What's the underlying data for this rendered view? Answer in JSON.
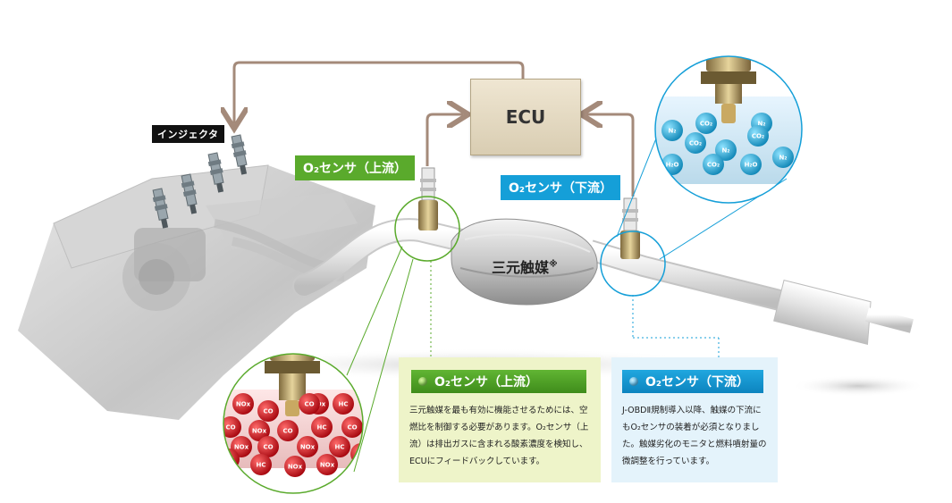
{
  "labels": {
    "injector": "インジェクタ",
    "ecu": "ECU",
    "o2_upstream_tag": "O₂センサ（上流）",
    "o2_downstream_tag": "O₂センサ（下流）",
    "catalyst": "三元触媒",
    "catalyst_note": "※"
  },
  "panels": {
    "upstream": {
      "title": "O₂センサ（上流）",
      "body": "三元触媒を最も有効に機能させるためには、空燃比を制御する必要があります。O₂センサ（上流）は排出ガスに含まれる酸素濃度を検知し、ECUにフィードバックしています。"
    },
    "downstream": {
      "title": "O₂センサ（下流）",
      "body": "J-OBDⅡ規制導入以降、触媒の下流にもO₂センサの装着が必須となりました。触媒劣化のモニタと燃料噴射量の微調整を行っています。"
    }
  },
  "molecules": {
    "upstream": [
      "NOx",
      "CO",
      "CO",
      "NOx",
      "HC",
      "NOx",
      "CO",
      "HC",
      "CO",
      "NOx",
      "CO",
      "NOx",
      "HC",
      "HC",
      "NOx",
      "CO",
      "HC",
      "NOx",
      "CO"
    ],
    "downstream": [
      "CO₂",
      "N₂",
      "CO₂",
      "N₂",
      "CO₂",
      "N₂",
      "H₂O",
      "CO₂",
      "H₂O",
      "N₂"
    ]
  },
  "colors": {
    "upstream_green": "#5aaa2c",
    "downstream_blue": "#159fd8",
    "arrow_brown": "#a48a7a",
    "molecule_red": "#c4121b",
    "molecule_teal": "#21a6cf"
  }
}
